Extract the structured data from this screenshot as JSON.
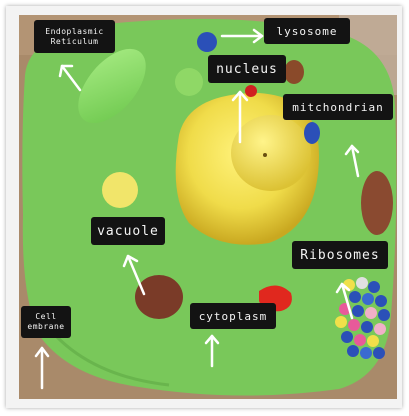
{
  "labels": {
    "endoplasmic_reticulum": "Endoplasmic\nReticulum",
    "lysosome": "lysosome",
    "nucleus": "nucleus",
    "mitochondrian": "mitchondrian",
    "vacuole": "vacuole",
    "ribosomes": "Ribosomes",
    "cytoplasm": "cytoplasm",
    "cell_membrane": "Cell\nembrane"
  },
  "colors": {
    "background_tan": "#a98a6a",
    "cytoplasm_green": "#79c85a",
    "nucleus_yellow": "#f0dc4a",
    "er_green": "#8edc6a",
    "mitochondria_brown": "#8a4a30",
    "label_bg": "#131313",
    "label_text": "#f4f4f4",
    "arrow": "#ffffff"
  }
}
